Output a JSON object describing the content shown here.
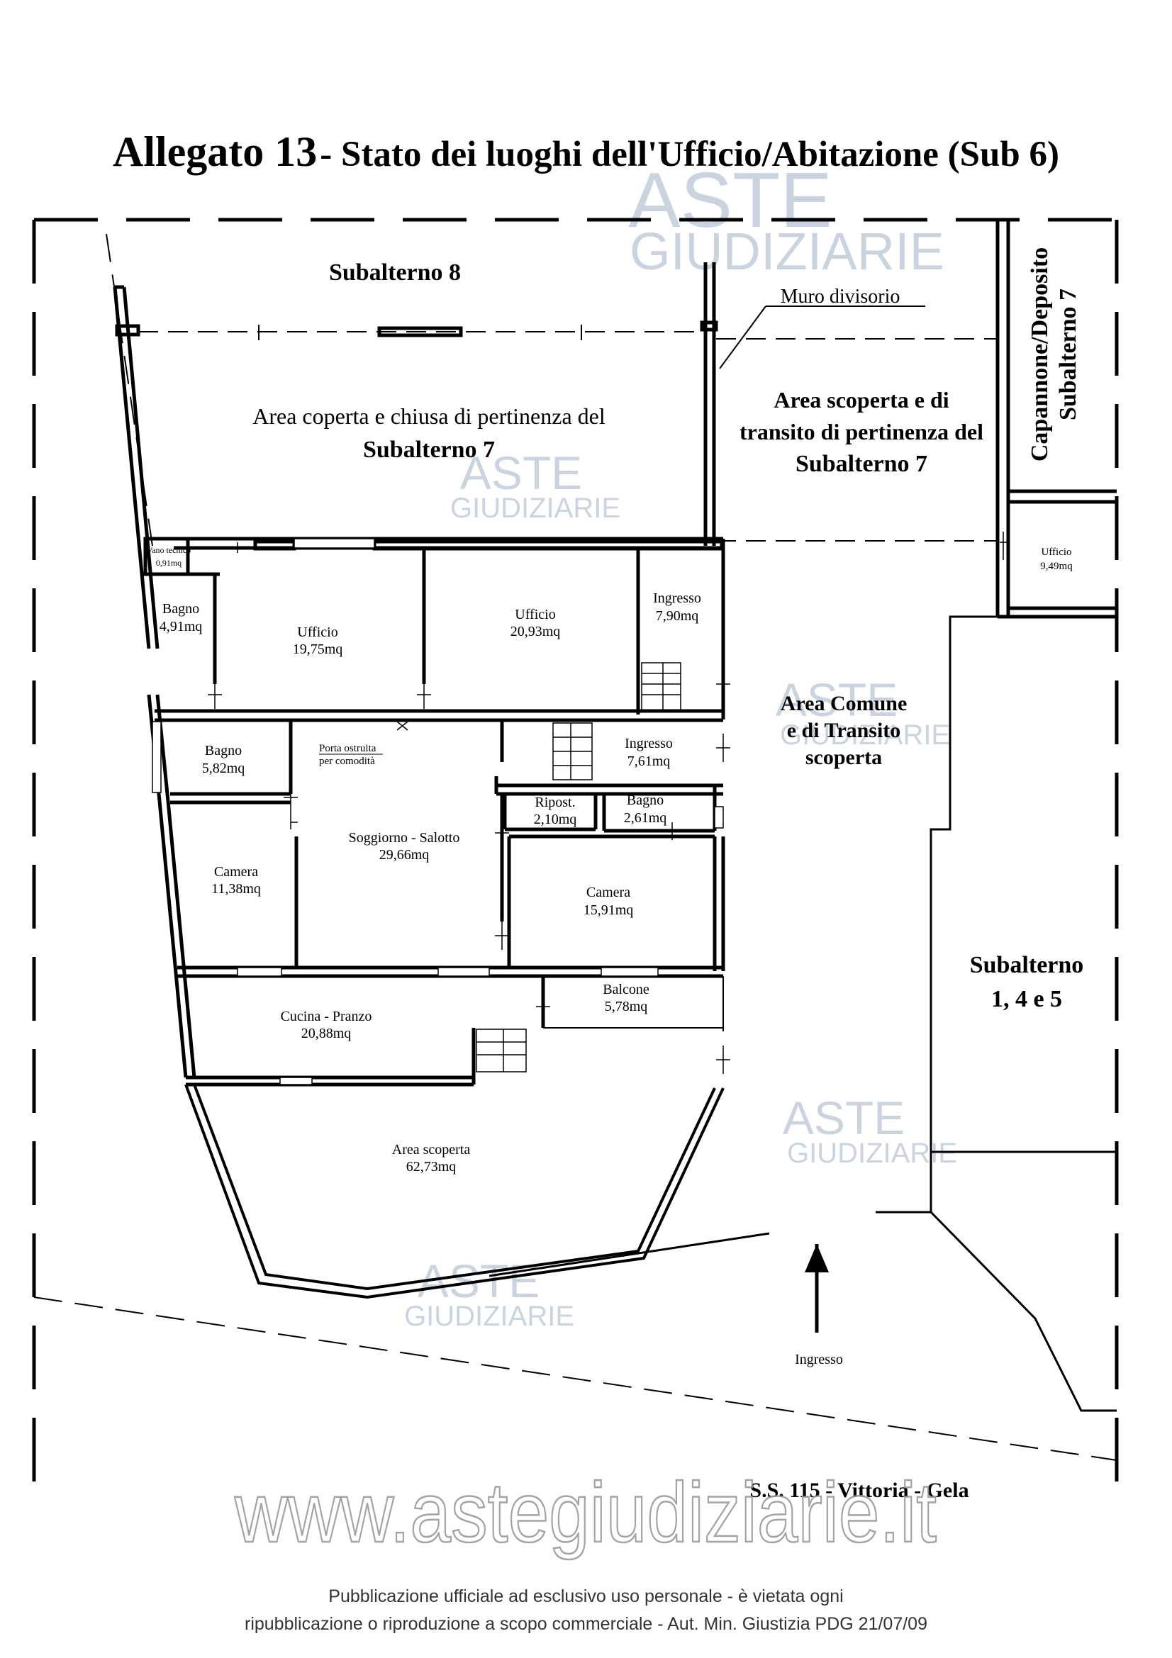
{
  "title": {
    "number": "Allegato 13",
    "text": "- Stato dei luoghi dell'Ufficio/Abitazione (Sub 6)"
  },
  "labels": {
    "subalterno_8": "Subalterno 8",
    "muro_divisorio": "Muro divisorio",
    "capannone_l1": "Capannone/Deposito",
    "capannone_l2": "Subalterno 7",
    "area_coperta_l1": "Area coperta e chiusa di pertinenza del",
    "area_coperta_l2": "Subalterno 7",
    "area_scoperta_l1": "Area scoperta e di",
    "area_scoperta_l2": "transito di pertinenza del",
    "area_scoperta_l3": "Subalterno 7",
    "area_comune_l1": "Area Comune",
    "area_comune_l2": "e di Transito",
    "area_comune_l3": "scoperta",
    "subalterno_145_l1": "Subalterno",
    "subalterno_145_l2": "1, 4 e 5",
    "ingresso_arrow": "Ingresso",
    "strada": "S.S. 115 -  Vittoria - Gela",
    "porta_ostruita_l1": "Porta ostruita",
    "porta_ostruita_l2": "per comodità"
  },
  "rooms": {
    "vano_tecnico": {
      "name": "Vano tecnico",
      "area": "0,91mq"
    },
    "bagno_1": {
      "name": "Bagno",
      "area": "4,91mq"
    },
    "ufficio_1": {
      "name": "Ufficio",
      "area": "19,75mq"
    },
    "ufficio_2": {
      "name": "Ufficio",
      "area": "20,93mq"
    },
    "ingresso_1": {
      "name": "Ingresso",
      "area": "7,90mq"
    },
    "ufficio_3": {
      "name": "Ufficio",
      "area": "9,49mq"
    },
    "bagno_2": {
      "name": "Bagno",
      "area": "5,82mq"
    },
    "soggiorno": {
      "name": "Soggiorno - Salotto",
      "area": "29,66mq"
    },
    "ingresso_2": {
      "name": "Ingresso",
      "area": "7,61mq"
    },
    "ripost": {
      "name": "Ripost.",
      "area": "2,10mq"
    },
    "bagno_3": {
      "name": "Bagno",
      "area": "2,61mq"
    },
    "camera_1": {
      "name": "Camera",
      "area": "11,38mq"
    },
    "camera_2": {
      "name": "Camera",
      "area": "15,91mq"
    },
    "balcone": {
      "name": "Balcone",
      "area": "5,78mq"
    },
    "cucina": {
      "name": "Cucina - Pranzo",
      "area": "20,88mq"
    },
    "area_scoperta": {
      "name": "Area scoperta",
      "area": "62,73mq"
    }
  },
  "watermark": {
    "aste": "ASTE",
    "giudiziarie": "GIUDIZIARIE",
    "url": "www.astegiudiziarie.it"
  },
  "footer": {
    "line1": "Pubblicazione ufficiale ad esclusivo uso personale - è vietata ogni",
    "line2": "ripubblicazione o riproduzione a scopo commerciale - Aut. Min. Giustizia PDG 21/07/09"
  }
}
